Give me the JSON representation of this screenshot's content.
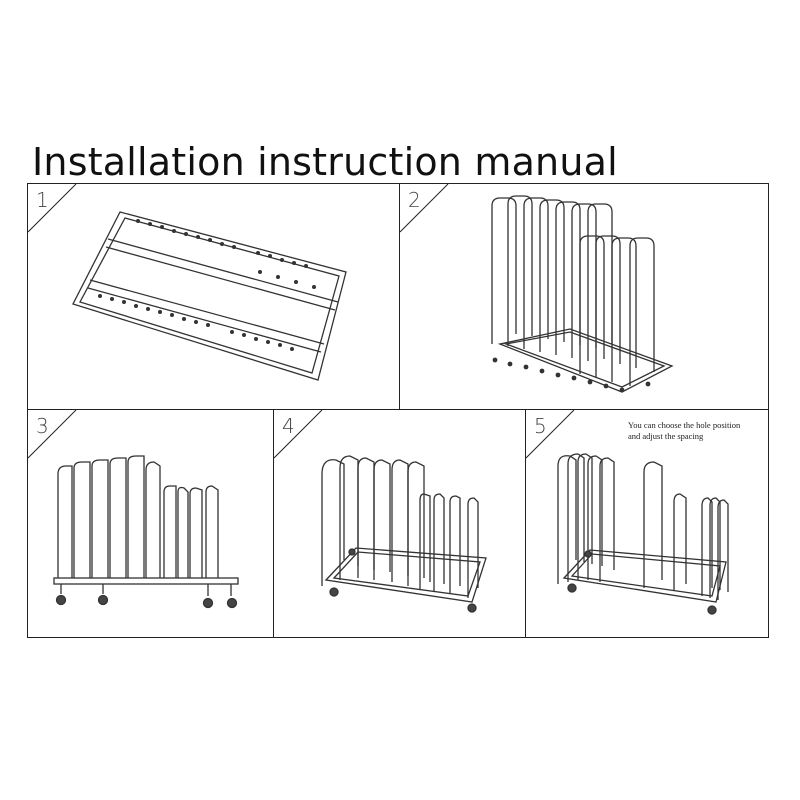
{
  "title": "Installation instruction manual",
  "steps": [
    {
      "number": "1"
    },
    {
      "number": "2"
    },
    {
      "number": "3"
    },
    {
      "number": "4"
    },
    {
      "number": "5",
      "note_line1": "You can choose the hole position",
      "note_line2": "and adjust the spacing"
    }
  ],
  "colors": {
    "line": "#222222",
    "background": "#ffffff"
  }
}
